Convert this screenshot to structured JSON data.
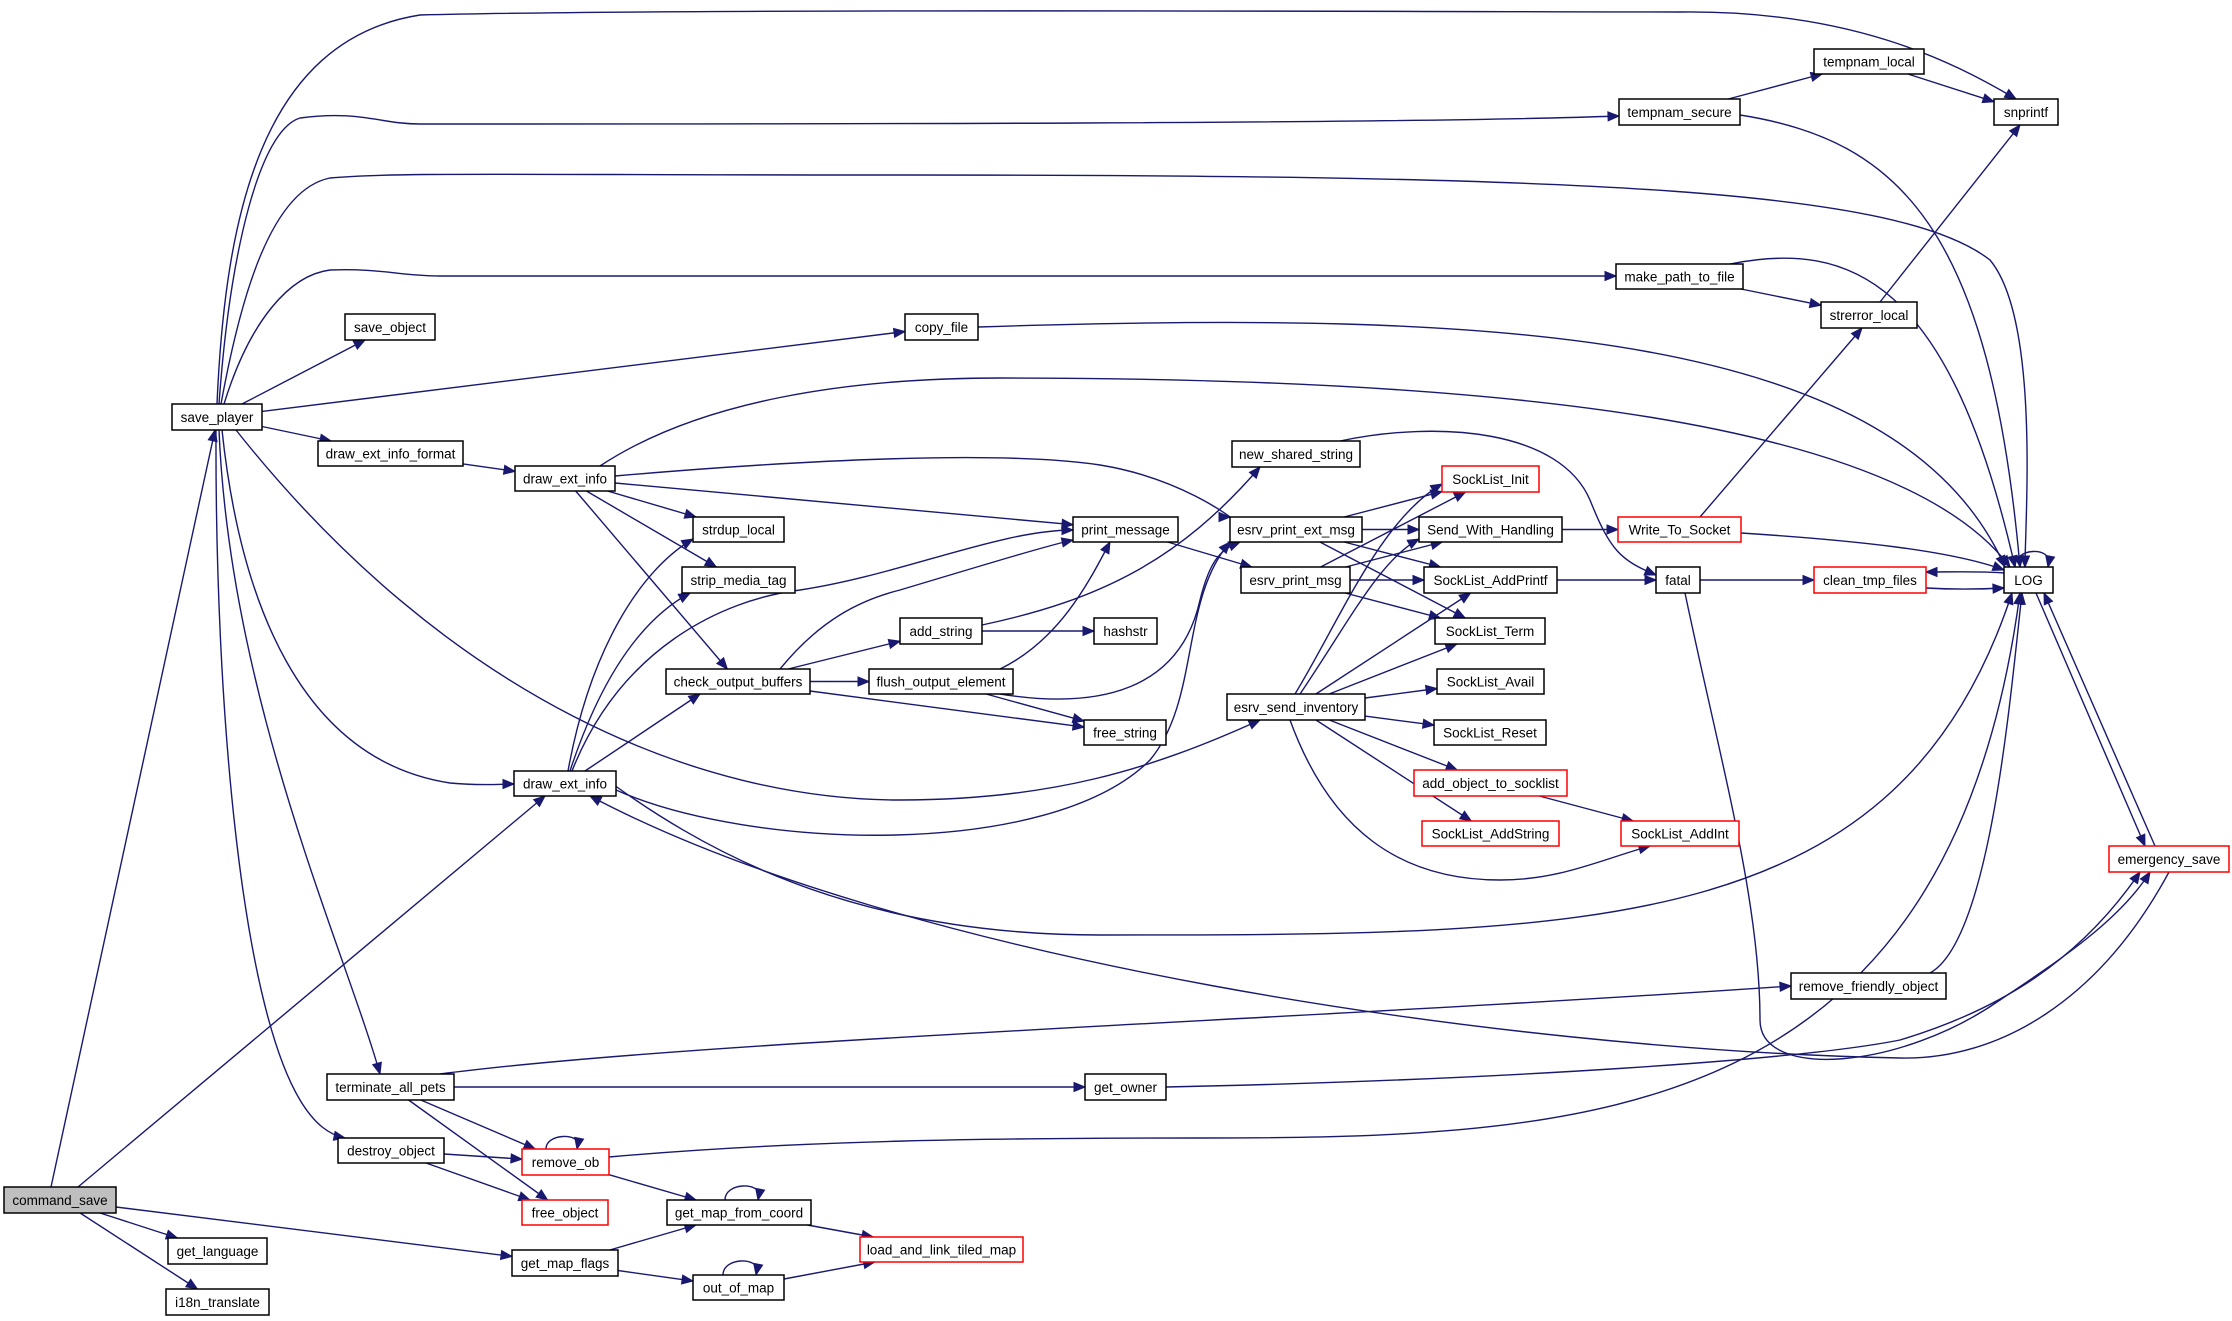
{
  "title": "Call graph: command_save",
  "colors": {
    "edge": "#191970",
    "node_border": "#000000",
    "node_border_truncated": "#ff0000",
    "node_fill": "#ffffff",
    "node_fill_root": "#bfbfbf"
  },
  "nodes": [
    {
      "id": "command_save",
      "label": "command_save",
      "kind": "root"
    },
    {
      "id": "save_player",
      "label": "save_player",
      "kind": "normal"
    },
    {
      "id": "get_language",
      "label": "get_language",
      "kind": "normal"
    },
    {
      "id": "i18n_translate",
      "label": "i18n_translate",
      "kind": "normal"
    },
    {
      "id": "save_object",
      "label": "save_object",
      "kind": "normal"
    },
    {
      "id": "draw_ext_info_format",
      "label": "draw_ext_info_format",
      "kind": "normal"
    },
    {
      "id": "draw_ext_info_top",
      "label": "draw_ext_info",
      "kind": "normal"
    },
    {
      "id": "draw_ext_info_bottom",
      "label": "draw_ext_info",
      "kind": "normal"
    },
    {
      "id": "terminate_all_pets",
      "label": "terminate_all_pets",
      "kind": "normal"
    },
    {
      "id": "destroy_object",
      "label": "destroy_object",
      "kind": "normal"
    },
    {
      "id": "get_map_flags",
      "label": "get_map_flags",
      "kind": "normal"
    },
    {
      "id": "remove_ob",
      "label": "remove_ob",
      "kind": "truncated"
    },
    {
      "id": "free_object",
      "label": "free_object",
      "kind": "truncated"
    },
    {
      "id": "strdup_local",
      "label": "strdup_local",
      "kind": "normal"
    },
    {
      "id": "strip_media_tag",
      "label": "strip_media_tag",
      "kind": "normal"
    },
    {
      "id": "check_output_buffers",
      "label": "check_output_buffers",
      "kind": "normal"
    },
    {
      "id": "copy_file",
      "label": "copy_file",
      "kind": "normal"
    },
    {
      "id": "get_map_from_coord",
      "label": "get_map_from_coord",
      "kind": "normal"
    },
    {
      "id": "out_of_map",
      "label": "out_of_map",
      "kind": "normal"
    },
    {
      "id": "load_and_link_tiled_map",
      "label": "load_and_link_tiled_map",
      "kind": "truncated"
    },
    {
      "id": "add_string",
      "label": "add_string",
      "kind": "normal"
    },
    {
      "id": "flush_output_element",
      "label": "flush_output_element",
      "kind": "normal"
    },
    {
      "id": "print_message",
      "label": "print_message",
      "kind": "normal"
    },
    {
      "id": "hashstr",
      "label": "hashstr",
      "kind": "normal"
    },
    {
      "id": "free_string",
      "label": "free_string",
      "kind": "normal"
    },
    {
      "id": "get_owner",
      "label": "get_owner",
      "kind": "normal"
    },
    {
      "id": "new_shared_string",
      "label": "new_shared_string",
      "kind": "normal"
    },
    {
      "id": "esrv_print_ext_msg",
      "label": "esrv_print_ext_msg",
      "kind": "normal"
    },
    {
      "id": "esrv_print_msg",
      "label": "esrv_print_msg",
      "kind": "normal"
    },
    {
      "id": "esrv_send_inventory",
      "label": "esrv_send_inventory",
      "kind": "normal"
    },
    {
      "id": "SockList_Init",
      "label": "SockList_Init",
      "kind": "truncated"
    },
    {
      "id": "Send_With_Handling",
      "label": "Send_With_Handling",
      "kind": "normal"
    },
    {
      "id": "SockList_AddPrintf",
      "label": "SockList_AddPrintf",
      "kind": "normal"
    },
    {
      "id": "SockList_Term",
      "label": "SockList_Term",
      "kind": "normal"
    },
    {
      "id": "SockList_Avail",
      "label": "SockList_Avail",
      "kind": "normal"
    },
    {
      "id": "SockList_Reset",
      "label": "SockList_Reset",
      "kind": "normal"
    },
    {
      "id": "add_object_to_socklist",
      "label": "add_object_to_socklist",
      "kind": "truncated"
    },
    {
      "id": "SockList_AddString",
      "label": "SockList_AddString",
      "kind": "truncated"
    },
    {
      "id": "SockList_AddInt",
      "label": "SockList_AddInt",
      "kind": "truncated"
    },
    {
      "id": "Write_To_Socket",
      "label": "Write_To_Socket",
      "kind": "truncated"
    },
    {
      "id": "fatal",
      "label": "fatal",
      "kind": "normal"
    },
    {
      "id": "tempnam_secure",
      "label": "tempnam_secure",
      "kind": "normal"
    },
    {
      "id": "tempnam_local",
      "label": "tempnam_local",
      "kind": "normal"
    },
    {
      "id": "make_path_to_file",
      "label": "make_path_to_file",
      "kind": "normal"
    },
    {
      "id": "strerror_local",
      "label": "strerror_local",
      "kind": "normal"
    },
    {
      "id": "remove_friendly_object",
      "label": "remove_friendly_object",
      "kind": "normal"
    },
    {
      "id": "clean_tmp_files",
      "label": "clean_tmp_files",
      "kind": "truncated"
    },
    {
      "id": "snprintf",
      "label": "snprintf",
      "kind": "normal"
    },
    {
      "id": "LOG",
      "label": "LOG",
      "kind": "normal"
    },
    {
      "id": "emergency_save",
      "label": "emergency_save",
      "kind": "truncated"
    }
  ],
  "edges": [
    {
      "from": "command_save",
      "to": "save_player"
    },
    {
      "from": "command_save",
      "to": "draw_ext_info_bottom"
    },
    {
      "from": "command_save",
      "to": "get_language"
    },
    {
      "from": "command_save",
      "to": "i18n_translate"
    },
    {
      "from": "command_save",
      "to": "get_map_flags"
    },
    {
      "from": "save_player",
      "to": "snprintf"
    },
    {
      "from": "save_player",
      "to": "tempnam_secure"
    },
    {
      "from": "save_player",
      "to": "LOG"
    },
    {
      "from": "save_player",
      "to": "make_path_to_file"
    },
    {
      "from": "save_player",
      "to": "save_object"
    },
    {
      "from": "save_player",
      "to": "copy_file"
    },
    {
      "from": "save_player",
      "to": "draw_ext_info_format"
    },
    {
      "from": "save_player",
      "to": "draw_ext_info_bottom"
    },
    {
      "from": "save_player",
      "to": "esrv_send_inventory"
    },
    {
      "from": "save_player",
      "to": "terminate_all_pets"
    },
    {
      "from": "save_player",
      "to": "destroy_object"
    },
    {
      "from": "draw_ext_info_format",
      "to": "draw_ext_info_top"
    },
    {
      "from": "draw_ext_info_top",
      "to": "LOG"
    },
    {
      "from": "draw_ext_info_top",
      "to": "esrv_print_ext_msg"
    },
    {
      "from": "draw_ext_info_top",
      "to": "print_message"
    },
    {
      "from": "draw_ext_info_top",
      "to": "strdup_local"
    },
    {
      "from": "draw_ext_info_top",
      "to": "strip_media_tag"
    },
    {
      "from": "draw_ext_info_top",
      "to": "check_output_buffers"
    },
    {
      "from": "draw_ext_info_bottom",
      "to": "strdup_local"
    },
    {
      "from": "draw_ext_info_bottom",
      "to": "strip_media_tag"
    },
    {
      "from": "draw_ext_info_bottom",
      "to": "print_message"
    },
    {
      "from": "draw_ext_info_bottom",
      "to": "check_output_buffers"
    },
    {
      "from": "draw_ext_info_bottom",
      "to": "LOG"
    },
    {
      "from": "draw_ext_info_bottom",
      "to": "esrv_print_ext_msg"
    },
    {
      "from": "check_output_buffers",
      "to": "print_message"
    },
    {
      "from": "check_output_buffers",
      "to": "add_string"
    },
    {
      "from": "check_output_buffers",
      "to": "flush_output_element"
    },
    {
      "from": "check_output_buffers",
      "to": "free_string"
    },
    {
      "from": "flush_output_element",
      "to": "print_message"
    },
    {
      "from": "flush_output_element",
      "to": "free_string"
    },
    {
      "from": "flush_output_element",
      "to": "esrv_print_ext_msg"
    },
    {
      "from": "add_string",
      "to": "hashstr"
    },
    {
      "from": "add_string",
      "to": "new_shared_string"
    },
    {
      "from": "print_message",
      "to": "esrv_print_msg"
    },
    {
      "from": "new_shared_string",
      "to": "fatal"
    },
    {
      "from": "esrv_print_ext_msg",
      "to": "SockList_Init"
    },
    {
      "from": "esrv_print_ext_msg",
      "to": "Send_With_Handling"
    },
    {
      "from": "esrv_print_ext_msg",
      "to": "SockList_AddPrintf"
    },
    {
      "from": "esrv_print_ext_msg",
      "to": "SockList_Term"
    },
    {
      "from": "esrv_print_msg",
      "to": "SockList_Init"
    },
    {
      "from": "esrv_print_msg",
      "to": "Send_With_Handling"
    },
    {
      "from": "esrv_print_msg",
      "to": "SockList_AddPrintf"
    },
    {
      "from": "esrv_print_msg",
      "to": "SockList_Term"
    },
    {
      "from": "esrv_send_inventory",
      "to": "SockList_Init"
    },
    {
      "from": "esrv_send_inventory",
      "to": "Send_With_Handling"
    },
    {
      "from": "esrv_send_inventory",
      "to": "SockList_AddPrintf"
    },
    {
      "from": "esrv_send_inventory",
      "to": "SockList_Term"
    },
    {
      "from": "esrv_send_inventory",
      "to": "SockList_Avail"
    },
    {
      "from": "esrv_send_inventory",
      "to": "SockList_Reset"
    },
    {
      "from": "esrv_send_inventory",
      "to": "add_object_to_socklist"
    },
    {
      "from": "esrv_send_inventory",
      "to": "SockList_AddString"
    },
    {
      "from": "esrv_send_inventory",
      "to": "SockList_AddInt"
    },
    {
      "from": "add_object_to_socklist",
      "to": "SockList_AddInt"
    },
    {
      "from": "Send_With_Handling",
      "to": "Write_To_Socket"
    },
    {
      "from": "SockList_AddPrintf",
      "to": "fatal"
    },
    {
      "from": "Write_To_Socket",
      "to": "strerror_local"
    },
    {
      "from": "Write_To_Socket",
      "to": "LOG"
    },
    {
      "from": "fatal",
      "to": "clean_tmp_files"
    },
    {
      "from": "fatal",
      "to": "emergency_save"
    },
    {
      "from": "clean_tmp_files",
      "to": "LOG"
    },
    {
      "from": "LOG",
      "to": "clean_tmp_files"
    },
    {
      "from": "LOG",
      "to": "LOG"
    },
    {
      "from": "LOG",
      "to": "emergency_save"
    },
    {
      "from": "emergency_save",
      "to": "LOG"
    },
    {
      "from": "emergency_save",
      "to": "draw_ext_info_bottom"
    },
    {
      "from": "tempnam_secure",
      "to": "tempnam_local"
    },
    {
      "from": "tempnam_secure",
      "to": "LOG"
    },
    {
      "from": "tempnam_local",
      "to": "snprintf"
    },
    {
      "from": "make_path_to_file",
      "to": "strerror_local"
    },
    {
      "from": "make_path_to_file",
      "to": "LOG"
    },
    {
      "from": "strerror_local",
      "to": "snprintf"
    },
    {
      "from": "copy_file",
      "to": "LOG"
    },
    {
      "from": "terminate_all_pets",
      "to": "remove_friendly_object"
    },
    {
      "from": "terminate_all_pets",
      "to": "get_owner"
    },
    {
      "from": "terminate_all_pets",
      "to": "remove_ob"
    },
    {
      "from": "terminate_all_pets",
      "to": "free_object"
    },
    {
      "from": "remove_friendly_object",
      "to": "LOG"
    },
    {
      "from": "get_owner",
      "to": "emergency_save"
    },
    {
      "from": "destroy_object",
      "to": "remove_ob"
    },
    {
      "from": "destroy_object",
      "to": "free_object"
    },
    {
      "from": "remove_ob",
      "to": "remove_ob"
    },
    {
      "from": "remove_ob",
      "to": "LOG"
    },
    {
      "from": "remove_ob",
      "to": "get_map_from_coord"
    },
    {
      "from": "get_map_flags",
      "to": "get_map_from_coord"
    },
    {
      "from": "get_map_flags",
      "to": "out_of_map"
    },
    {
      "from": "get_map_from_coord",
      "to": "get_map_from_coord"
    },
    {
      "from": "get_map_from_coord",
      "to": "load_and_link_tiled_map"
    },
    {
      "from": "out_of_map",
      "to": "out_of_map"
    },
    {
      "from": "out_of_map",
      "to": "load_and_link_tiled_map"
    }
  ]
}
